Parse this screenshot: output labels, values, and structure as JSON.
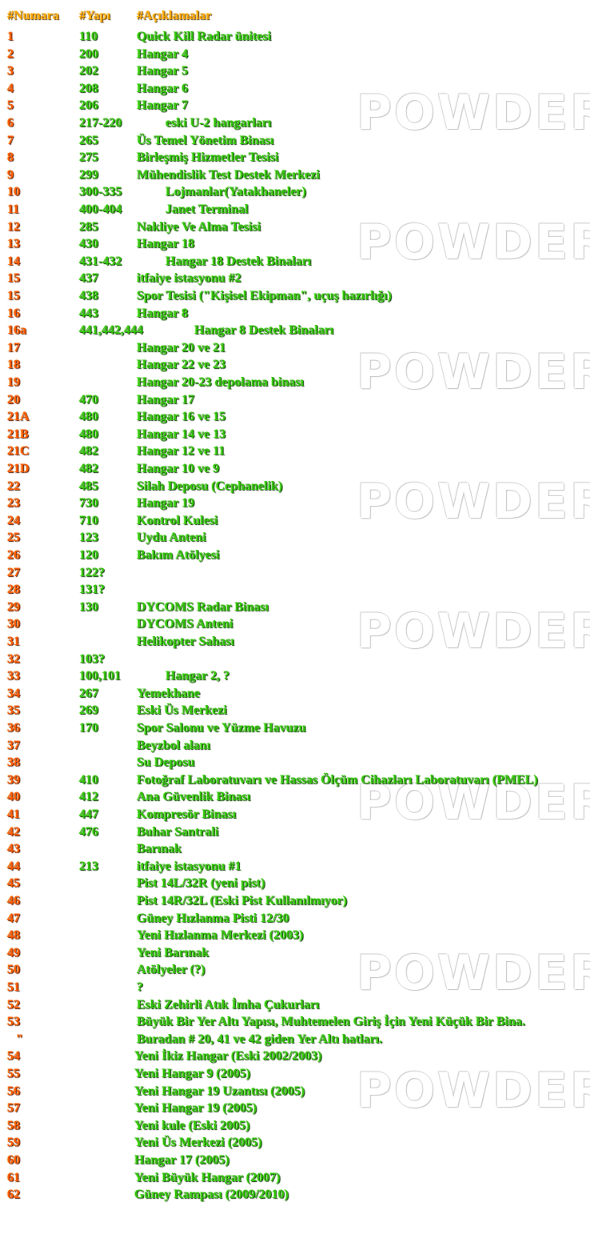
{
  "headers": {
    "number": "#Numara",
    "building": "#Yapı",
    "description": "#Açıklamalar"
  },
  "watermark": "POWDER",
  "rows": [
    {
      "n": "1",
      "b": "110",
      "d": "Quick Kill Radar ünitesi"
    },
    {
      "n": "2",
      "b": "200",
      "d": "Hangar 4"
    },
    {
      "n": "3",
      "b": "202",
      "d": "Hangar 5"
    },
    {
      "n": "4",
      "b": "208",
      "d": "Hangar 6"
    },
    {
      "n": "5",
      "b": "206",
      "d": "Hangar 7"
    },
    {
      "n": "6",
      "b": "217-220",
      "d": "eski U-2 hangarları"
    },
    {
      "n": "7",
      "b": "265",
      "d": "Üs Temel Yönetim Binası"
    },
    {
      "n": "8",
      "b": "275",
      "d": "Birleşmiş Hizmetler Tesisi"
    },
    {
      "n": "9",
      "b": "299",
      "d": "Mühendislik Test Destek Merkezi"
    },
    {
      "n": "10",
      "b": "300-335",
      "d": "Lojmanlar(Yatakhaneler)"
    },
    {
      "n": "11",
      "b": "400-404",
      "d": "Janet Terminal"
    },
    {
      "n": "12",
      "b": "285",
      "d": "Nakliye Ve Alma Tesisi"
    },
    {
      "n": "13",
      "b": "430",
      "d": "Hangar 18"
    },
    {
      "n": "14",
      "b": "431-432",
      "d": "Hangar 18 Destek Binaları"
    },
    {
      "n": "15",
      "b": "437",
      "d": "itfaiye istasyonu #2"
    },
    {
      "n": "15",
      "b": "438",
      "d": "Spor Tesisi (\"Kişisel Ekipman\", uçuş hazırlığı)"
    },
    {
      "n": "16",
      "b": "443",
      "d": "Hangar 8"
    },
    {
      "n": "16a",
      "b": "441,442,444",
      "d": "Hangar 8 Destek Binaları"
    },
    {
      "n": "17",
      "b": "",
      "d": "Hangar 20 ve 21"
    },
    {
      "n": "18",
      "b": "",
      "d": "Hangar 22 ve 23"
    },
    {
      "n": "19",
      "b": "",
      "d": "Hangar 20-23 depolama binası"
    },
    {
      "n": "20",
      "b": "470",
      "d": "Hangar 17"
    },
    {
      "n": "21A",
      "b": "480",
      "d": "Hangar 16 ve 15"
    },
    {
      "n": "21B",
      "b": "480",
      "d": "Hangar 14 ve 13"
    },
    {
      "n": "21C",
      "b": "482",
      "d": "Hangar 12 ve 11"
    },
    {
      "n": "21D",
      "b": "482",
      "d": "Hangar 10 ve 9"
    },
    {
      "n": "22",
      "b": "485",
      "d": "Silah Deposu (Cephanelik)"
    },
    {
      "n": "23",
      "b": "730",
      "d": "Hangar 19"
    },
    {
      "n": "24",
      "b": "710",
      "d": "Kontrol Kulesi"
    },
    {
      "n": "25",
      "b": "123",
      "d": "Uydu Anteni"
    },
    {
      "n": "26",
      "b": "120",
      "d": "Bakım Atölyesi"
    },
    {
      "n": "27",
      "b": "122?",
      "d": ""
    },
    {
      "n": "28",
      "b": "131?",
      "d": ""
    },
    {
      "n": "29",
      "b": "130",
      "d": "DYCOMS Radar Binası"
    },
    {
      "n": "30",
      "b": "",
      "d": "DYCOMS Anteni"
    },
    {
      "n": "31",
      "b": "",
      "d": "Helikopter Sahası"
    },
    {
      "n": "32",
      "b": "103?",
      "d": ""
    },
    {
      "n": "33",
      "b": "100,101",
      "d": "Hangar 2, ?"
    },
    {
      "n": "34",
      "b": "267",
      "d": "Yemekhane"
    },
    {
      "n": "35",
      "b": "269",
      "d": "Eski Üs Merkezi"
    },
    {
      "n": "36",
      "b": "170",
      "d": "Spor Salonu ve Yüzme Havuzu"
    },
    {
      "n": "37",
      "b": "",
      "d": "Beyzbol alanı"
    },
    {
      "n": "38",
      "b": "",
      "d": "Su Deposu"
    },
    {
      "n": "39",
      "b": "410",
      "d": "Fotoğraf Laboratuvarı ve Hassas Ölçüm Cihazları Laboratuvarı (PMEL)"
    },
    {
      "n": "40",
      "b": "412",
      "d": "Ana Güvenlik Binası"
    },
    {
      "n": "41",
      "b": "447",
      "d": "Kompresör Binası"
    },
    {
      "n": "42",
      "b": "476",
      "d": "Buhar Santrali"
    },
    {
      "n": "43",
      "b": "",
      "d": "Barınak"
    },
    {
      "n": "44",
      "b": "213",
      "d": "itfaiye istasyonu #1"
    },
    {
      "n": "45",
      "b": "",
      "d": "Pist 14L/32R (yeni pist)"
    },
    {
      "n": "46",
      "b": "",
      "d": "Pist 14R/32L (Eski Pist Kullanılmıyor)"
    },
    {
      "n": "47",
      "b": "",
      "d": "Güney Hızlanma Pisti 12/30"
    },
    {
      "n": "48",
      "b": "",
      "d": "Yeni Hızlanma Merkezi (2003)"
    },
    {
      "n": "49",
      "b": "",
      "d": "Yeni Barınak"
    },
    {
      "n": "50",
      "b": "",
      "d": "Atölyeler (?)"
    },
    {
      "n": "51",
      "b": "",
      "d": "?"
    },
    {
      "n": "52",
      "b": "",
      "d": "Eski Zehirli Atık İmha Çukurları"
    },
    {
      "n": "53",
      "b": "",
      "d": "Büyük Bir Yer Altı Yapısı, Muhtemelen Giriş İçin Yeni Küçük Bir Bina."
    },
    {
      "n": "\"",
      "b": "",
      "d": "Buradan # 20, 41 ve 42 giden Yer Altı hatları."
    },
    {
      "n": "54",
      "b": "",
      "d": "Yeni İkiz Hangar (Eski 2002/2003)"
    },
    {
      "n": "55",
      "b": "",
      "d": "Yeni Hangar 9 (2005)"
    },
    {
      "n": "56",
      "b": "",
      "d": "Yeni Hangar 19 Uzantısı (2005)"
    },
    {
      "n": "57",
      "b": "",
      "d": "Yeni Hangar 19 (2005)"
    },
    {
      "n": "58",
      "b": "",
      "d": "Yeni kule (Eski 2005)"
    },
    {
      "n": "59",
      "b": "",
      "d": "Yeni Üs Merkezi (2005)"
    },
    {
      "n": "60",
      "b": "",
      "d": "Hangar 17 (2005)"
    },
    {
      "n": "61",
      "b": "",
      "d": "Yeni Büyük Hangar (2007)"
    },
    {
      "n": "62",
      "b": "",
      "d": "Güney Rampası (2009/2010)"
    }
  ]
}
